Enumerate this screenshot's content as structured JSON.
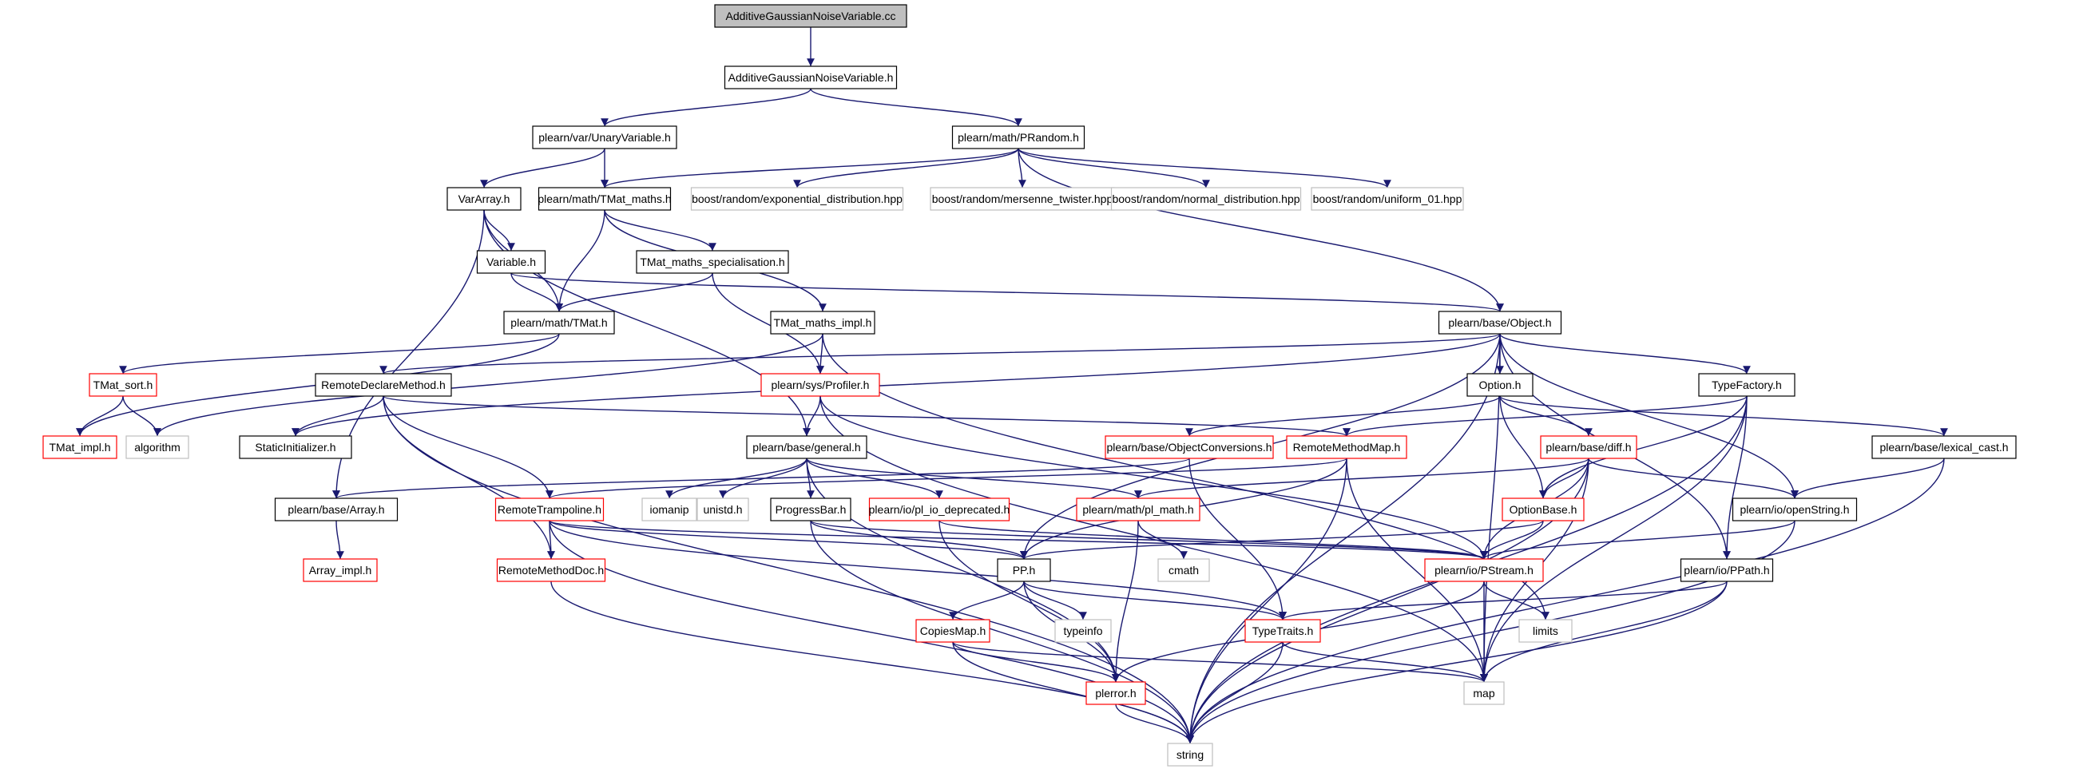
{
  "title": "AdditiveGaussianNoiseVariable.cc",
  "colors": {
    "edge": "#191970",
    "root_fill": "#bfbfbf",
    "node_border_default": "#000000",
    "node_border_incomplete": "#ff0000",
    "node_border_external": "#bfbfbf",
    "text": "#000000"
  },
  "nodes": [
    {
      "id": "root",
      "label": "AdditiveGaussianNoiseVariable.cc",
      "kind": "root"
    },
    {
      "id": "agnv_h",
      "label": "AdditiveGaussianNoiseVariable.h",
      "kind": "normal"
    },
    {
      "id": "unaryvar",
      "label": "plearn/var/UnaryVariable.h",
      "kind": "normal"
    },
    {
      "id": "prandom",
      "label": "plearn/math/PRandom.h",
      "kind": "normal"
    },
    {
      "id": "vararray",
      "label": "VarArray.h",
      "kind": "normal"
    },
    {
      "id": "tmat_maths",
      "label": "plearn/math/TMat_maths.h",
      "kind": "normal"
    },
    {
      "id": "b_exp",
      "label": "boost/random/exponential_distribution.hpp",
      "kind": "external"
    },
    {
      "id": "b_mt",
      "label": "boost/random/mersenne_twister.hpp",
      "kind": "external"
    },
    {
      "id": "b_norm",
      "label": "boost/random/normal_distribution.hpp",
      "kind": "external"
    },
    {
      "id": "b_uni",
      "label": "boost/random/uniform_01.hpp",
      "kind": "external"
    },
    {
      "id": "variable",
      "label": "Variable.h",
      "kind": "normal"
    },
    {
      "id": "tmat_spec",
      "label": "TMat_maths_specialisation.h",
      "kind": "normal"
    },
    {
      "id": "tmat",
      "label": "plearn/math/TMat.h",
      "kind": "normal"
    },
    {
      "id": "tmat_impl",
      "label": "TMat_maths_impl.h",
      "kind": "normal"
    },
    {
      "id": "object",
      "label": "plearn/base/Object.h",
      "kind": "normal"
    },
    {
      "id": "tmat_sort",
      "label": "TMat_sort.h",
      "kind": "incomplete"
    },
    {
      "id": "rdm",
      "label": "RemoteDeclareMethod.h",
      "kind": "normal"
    },
    {
      "id": "profiler",
      "label": "plearn/sys/Profiler.h",
      "kind": "incomplete"
    },
    {
      "id": "option",
      "label": "Option.h",
      "kind": "normal"
    },
    {
      "id": "typefactory",
      "label": "TypeFactory.h",
      "kind": "normal"
    },
    {
      "id": "tmat_impl_h",
      "label": "TMat_impl.h",
      "kind": "incomplete"
    },
    {
      "id": "algorithm",
      "label": "algorithm",
      "kind": "external"
    },
    {
      "id": "staticinit",
      "label": "StaticInitializer.h",
      "kind": "normal"
    },
    {
      "id": "general",
      "label": "plearn/base/general.h",
      "kind": "normal"
    },
    {
      "id": "objconv",
      "label": "plearn/base/ObjectConversions.h",
      "kind": "incomplete"
    },
    {
      "id": "rmm",
      "label": "RemoteMethodMap.h",
      "kind": "incomplete"
    },
    {
      "id": "diff",
      "label": "plearn/base/diff.h",
      "kind": "incomplete"
    },
    {
      "id": "lexcast",
      "label": "plearn/base/lexical_cast.h",
      "kind": "normal"
    },
    {
      "id": "array",
      "label": "plearn/base/Array.h",
      "kind": "normal"
    },
    {
      "id": "rtramp",
      "label": "RemoteTrampoline.h",
      "kind": "incomplete"
    },
    {
      "id": "iomanip",
      "label": "iomanip",
      "kind": "external"
    },
    {
      "id": "unistd",
      "label": "unistd.h",
      "kind": "external"
    },
    {
      "id": "progress",
      "label": "ProgressBar.h",
      "kind": "normal"
    },
    {
      "id": "pl_io_dep",
      "label": "plearn/io/pl_io_deprecated.h",
      "kind": "incomplete"
    },
    {
      "id": "pl_math",
      "label": "plearn/math/pl_math.h",
      "kind": "incomplete"
    },
    {
      "id": "optionbase",
      "label": "OptionBase.h",
      "kind": "incomplete"
    },
    {
      "id": "openstring",
      "label": "plearn/io/openString.h",
      "kind": "normal"
    },
    {
      "id": "array_impl",
      "label": "Array_impl.h",
      "kind": "incomplete"
    },
    {
      "id": "rmdoc",
      "label": "RemoteMethodDoc.h",
      "kind": "incomplete"
    },
    {
      "id": "pp",
      "label": "PP.h",
      "kind": "normal"
    },
    {
      "id": "cmath",
      "label": "cmath",
      "kind": "external"
    },
    {
      "id": "pstream",
      "label": "plearn/io/PStream.h",
      "kind": "incomplete"
    },
    {
      "id": "ppath",
      "label": "plearn/io/PPath.h",
      "kind": "normal"
    },
    {
      "id": "typeinfo",
      "label": "typeinfo",
      "kind": "external"
    },
    {
      "id": "copiesmap",
      "label": "CopiesMap.h",
      "kind": "incomplete"
    },
    {
      "id": "typetraits",
      "label": "TypeTraits.h",
      "kind": "incomplete"
    },
    {
      "id": "limits",
      "label": "limits",
      "kind": "external"
    },
    {
      "id": "perror",
      "label": "plerror.h",
      "kind": "incomplete"
    },
    {
      "id": "map",
      "label": "map",
      "kind": "external"
    },
    {
      "id": "string",
      "label": "string",
      "kind": "external"
    }
  ],
  "edges": [
    [
      "root",
      "agnv_h"
    ],
    [
      "agnv_h",
      "unaryvar"
    ],
    [
      "agnv_h",
      "prandom"
    ],
    [
      "unaryvar",
      "vararray"
    ],
    [
      "unaryvar",
      "tmat_maths"
    ],
    [
      "prandom",
      "tmat_maths"
    ],
    [
      "prandom",
      "b_exp"
    ],
    [
      "prandom",
      "b_mt"
    ],
    [
      "prandom",
      "b_norm"
    ],
    [
      "prandom",
      "b_uni"
    ],
    [
      "prandom",
      "object"
    ],
    [
      "vararray",
      "variable"
    ],
    [
      "vararray",
      "tmat"
    ],
    [
      "vararray",
      "general"
    ],
    [
      "vararray",
      "array"
    ],
    [
      "tmat_maths",
      "tmat"
    ],
    [
      "tmat_maths",
      "tmat_spec"
    ],
    [
      "tmat_maths",
      "tmat_impl"
    ],
    [
      "variable",
      "tmat"
    ],
    [
      "variable",
      "object"
    ],
    [
      "tmat_spec",
      "tmat"
    ],
    [
      "tmat_spec",
      "profiler"
    ],
    [
      "tmat",
      "tmat_sort"
    ],
    [
      "tmat",
      "tmat_impl_h"
    ],
    [
      "tmat_sort",
      "tmat_impl_h"
    ],
    [
      "tmat_sort",
      "algorithm"
    ],
    [
      "tmat_impl",
      "profiler"
    ],
    [
      "tmat_impl",
      "algorithm"
    ],
    [
      "tmat_impl",
      "limits"
    ],
    [
      "object",
      "rdm"
    ],
    [
      "object",
      "staticinit"
    ],
    [
      "object",
      "option"
    ],
    [
      "object",
      "typefactory"
    ],
    [
      "object",
      "pp"
    ],
    [
      "object",
      "ppath"
    ],
    [
      "object",
      "openstring"
    ],
    [
      "object",
      "map"
    ],
    [
      "object",
      "string"
    ],
    [
      "rdm",
      "staticinit"
    ],
    [
      "rdm",
      "rmm"
    ],
    [
      "rdm",
      "rtramp"
    ],
    [
      "rdm",
      "rmdoc"
    ],
    [
      "rdm",
      "string"
    ],
    [
      "profiler",
      "general"
    ],
    [
      "profiler",
      "pstream"
    ],
    [
      "profiler",
      "map"
    ],
    [
      "option",
      "objconv"
    ],
    [
      "option",
      "diff"
    ],
    [
      "option",
      "optionbase"
    ],
    [
      "option",
      "lexcast"
    ],
    [
      "typefactory",
      "rmm"
    ],
    [
      "typefactory",
      "optionbase"
    ],
    [
      "typefactory",
      "ppath"
    ],
    [
      "typefactory",
      "map"
    ],
    [
      "typefactory",
      "string"
    ],
    [
      "general",
      "iomanip"
    ],
    [
      "general",
      "unistd"
    ],
    [
      "general",
      "progress"
    ],
    [
      "general",
      "pl_io_dep"
    ],
    [
      "general",
      "pl_math"
    ],
    [
      "general",
      "perror"
    ],
    [
      "objconv",
      "array"
    ],
    [
      "objconv",
      "typetraits"
    ],
    [
      "rmm",
      "rtramp"
    ],
    [
      "rmm",
      "pp"
    ],
    [
      "rmm",
      "map"
    ],
    [
      "rmm",
      "string"
    ],
    [
      "diff",
      "pl_math"
    ],
    [
      "diff",
      "optionbase"
    ],
    [
      "diff",
      "pstream"
    ],
    [
      "diff",
      "openstring"
    ],
    [
      "diff",
      "map"
    ],
    [
      "diff",
      "string"
    ],
    [
      "lexcast",
      "openstring"
    ],
    [
      "lexcast",
      "string"
    ],
    [
      "array",
      "array_impl"
    ],
    [
      "rtramp",
      "rmdoc"
    ],
    [
      "rtramp",
      "pp"
    ],
    [
      "rtramp",
      "pstream"
    ],
    [
      "rtramp",
      "typetraits"
    ],
    [
      "rtramp",
      "string"
    ],
    [
      "progress",
      "pp"
    ],
    [
      "progress",
      "pstream"
    ],
    [
      "progress",
      "string"
    ],
    [
      "pl_io_dep",
      "pstream"
    ],
    [
      "pl_io_dep",
      "perror"
    ],
    [
      "pl_math",
      "cmath"
    ],
    [
      "pl_math",
      "perror"
    ],
    [
      "optionbase",
      "pstream"
    ],
    [
      "optionbase",
      "pp"
    ],
    [
      "openstring",
      "pstream"
    ],
    [
      "openstring",
      "string"
    ],
    [
      "rmdoc",
      "string"
    ],
    [
      "pp",
      "typeinfo"
    ],
    [
      "pp",
      "copiesmap"
    ],
    [
      "pp",
      "typetraits"
    ],
    [
      "pp",
      "perror"
    ],
    [
      "pstream",
      "limits"
    ],
    [
      "pstream",
      "perror"
    ],
    [
      "pstream",
      "map"
    ],
    [
      "ppath",
      "typetraits"
    ],
    [
      "ppath",
      "map"
    ],
    [
      "ppath",
      "string"
    ],
    [
      "copiesmap",
      "map"
    ],
    [
      "copiesmap",
      "perror"
    ],
    [
      "copiesmap",
      "string"
    ],
    [
      "typetraits",
      "map"
    ],
    [
      "typetraits",
      "string"
    ],
    [
      "perror",
      "string"
    ]
  ]
}
